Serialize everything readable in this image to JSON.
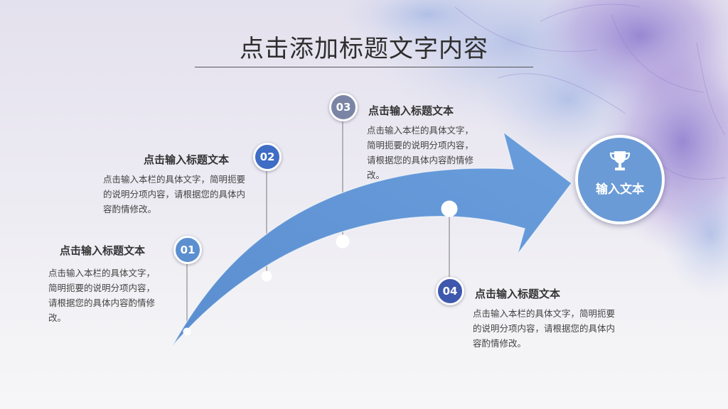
{
  "title": "点击添加标题文字内容",
  "goal": {
    "label": "输入文本",
    "icon": "trophy-icon"
  },
  "steps": [
    {
      "number": "01",
      "heading": "点击输入标题文本",
      "body": "点击输入本栏的具体文字，简明扼要的说明分项内容，请根据您的具体内容酌情修改。",
      "color": "#5c8fd0"
    },
    {
      "number": "02",
      "heading": "点击输入标题文本",
      "body": "点击输入本栏的具体文字，简明扼要的说明分项内容，请根据您的具体内容酌情修改。",
      "color": "#3f6cc4"
    },
    {
      "number": "03",
      "heading": "点击输入标题文本",
      "body": "点击输入本栏的具体文字，简明扼要的说明分项内容，请根据您的具体内容酌情修改。",
      "color": "#7a85a6"
    },
    {
      "number": "04",
      "heading": "点击输入标题文本",
      "body": "点击输入本栏的具体文字，简明扼要的说明分项内容，请根据您的具体内容酌情修改。",
      "color": "#3d58ad"
    }
  ],
  "colors": {
    "arrow": "#5f95d4",
    "goal": "#6a9bd6",
    "flower": "#9d87cf"
  }
}
